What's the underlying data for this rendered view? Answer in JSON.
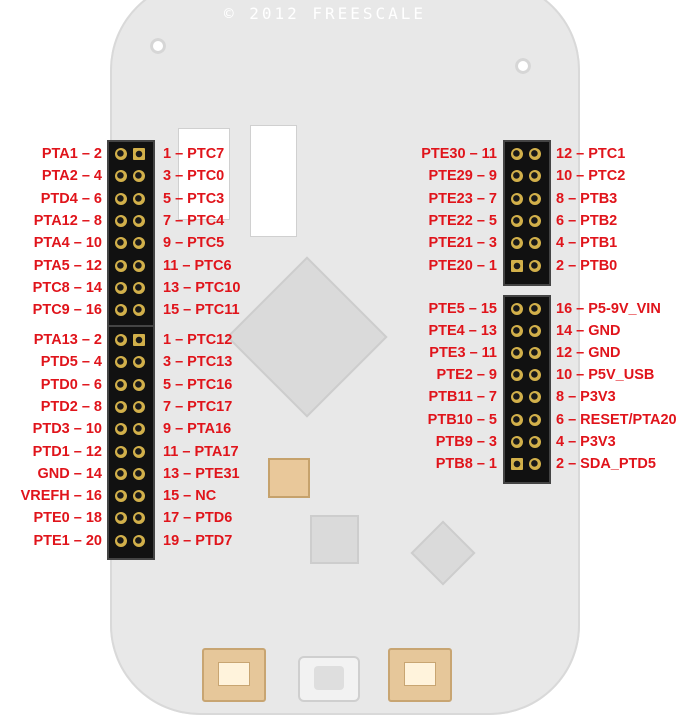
{
  "board": {
    "title": "© 2012 FREESCALE"
  },
  "headers": {
    "J1": {
      "left": [
        "PTA1 – 2",
        "PTA2 – 4",
        "PTD4 – 6",
        "PTA12 – 8",
        "PTA4 – 10",
        "PTA5 – 12",
        "PTC8 – 14",
        "PTC9 – 16"
      ],
      "right": [
        "1 – PTC7",
        "3 – PTC0",
        "5 – PTC3",
        "7 – PTC4",
        "9 – PTC5",
        "11 – PTC6",
        "13 – PTC10",
        "15 – PTC11"
      ]
    },
    "J2": {
      "left": [
        "PTA13 – 2",
        "PTD5 – 4",
        "PTD0 – 6",
        "PTD2 – 8",
        "PTD3 – 10",
        "PTD1 – 12",
        "GND – 14",
        "VREFH – 16",
        "PTE0 – 18",
        "PTE1 – 20"
      ],
      "right": [
        "1 – PTC12",
        "3 – PTC13",
        "5 – PTC16",
        "7 – PTC17",
        "9 – PTA16",
        "11 – PTA17",
        "13 – PTE31",
        "15 – NC",
        "17 – PTD6",
        "19 – PTD7"
      ]
    },
    "J3": {
      "left": [
        "PTE30 – 11",
        "PTE29 – 9",
        "PTE23 – 7",
        "PTE22 – 5",
        "PTE21 – 3",
        "PTE20 – 1"
      ],
      "right": [
        "12 – PTC1",
        "10 – PTC2",
        "8 – PTB3",
        "6 – PTB2",
        "4 – PTB1",
        "2 – PTB0"
      ]
    },
    "J4": {
      "left": [
        "PTE5 – 15",
        "PTE4 – 13",
        "PTE3 – 11",
        "PTE2 – 9",
        "PTB11 – 7",
        "PTB10 – 5",
        "PTB9 – 3",
        "PTB8 – 1"
      ],
      "right": [
        "16 – P5-9V_VIN",
        "14 – GND",
        "12 – GND",
        "10 – P5V_USB",
        "8 – P3V3",
        "6 – RESET/PTA20",
        "4 – P3V3",
        "2 – SDA_PTD5"
      ]
    }
  }
}
